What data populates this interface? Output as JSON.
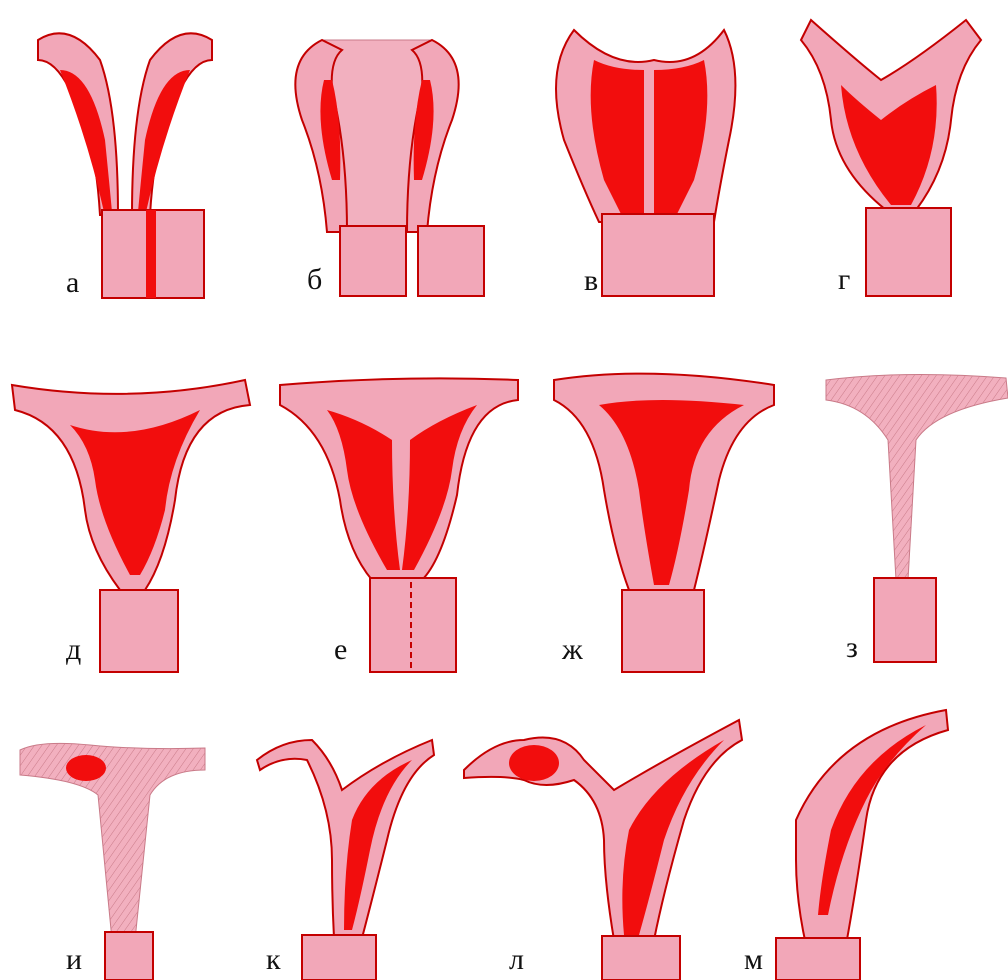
{
  "colors": {
    "wall": "#f2a7b8",
    "cavity": "#f20d0d",
    "outline": "#c40000",
    "hatch": "#c97a88",
    "hatch_fill": "#f2b0bf"
  },
  "figures": [
    {
      "label": "а",
      "variant": "double-uterus-double-cervix-septate-vagina"
    },
    {
      "label": "б",
      "variant": "double-uterus-two-vaginas-separated"
    },
    {
      "label": "в",
      "variant": "complete-septum-single-vagina"
    },
    {
      "label": "г",
      "variant": "bicornuate-uterus"
    },
    {
      "label": "д",
      "variant": "saddle-uterus"
    },
    {
      "label": "е",
      "variant": "septate-uterus-vaginal-septum"
    },
    {
      "label": "ж",
      "variant": "partial-septum"
    },
    {
      "label": "з",
      "variant": "rudimentary-solid-uterus"
    },
    {
      "label": "и",
      "variant": "rudimentary-with-cavity"
    },
    {
      "label": "к",
      "variant": "unicornuate-rudimentary-horn"
    },
    {
      "label": "л",
      "variant": "unicornuate-closed-horn"
    },
    {
      "label": "м",
      "variant": "unicornuate-uterus"
    }
  ]
}
